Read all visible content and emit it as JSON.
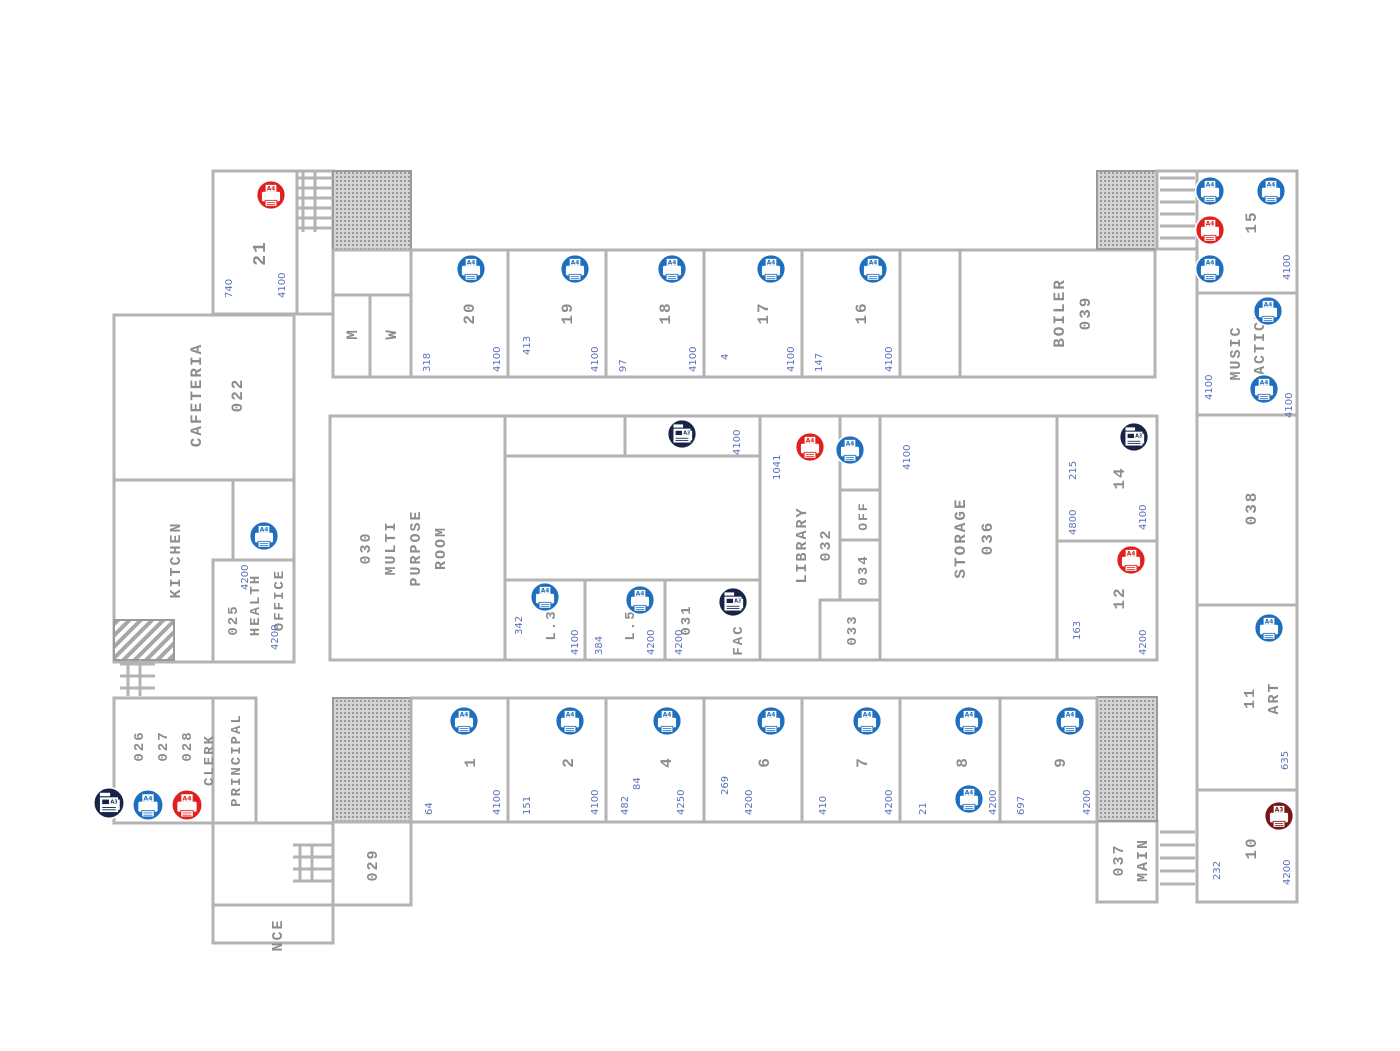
{
  "rooms": {
    "r21": "21",
    "r20": "20",
    "r19": "19",
    "r18": "18",
    "r17": "17",
    "r16": "16",
    "boiler_a": "BOILER",
    "boiler_b": "039",
    "r15": "15",
    "music_a": "MUSIC",
    "music_b": "PRACTICE",
    "m": "M",
    "w": "W",
    "cafeteria_a": "CAFETERIA",
    "cafeteria_b": "022",
    "kitchen": "KITCHEN",
    "health_a": "025",
    "health_b": "HEALTH",
    "health_c": "OFFICE",
    "mp_a": "030",
    "mp_b": "MULTI",
    "mp_c": "PURPOSE",
    "mp_d": "ROOM",
    "r3": "L.3",
    "r5": "L.5",
    "r031": "031",
    "fac": "FAC",
    "lib_a": "LIBRARY",
    "lib_b": "032",
    "r034": "034",
    "r033": "033",
    "off": "OFF",
    "storage_a": "STORAGE",
    "storage_b": "036",
    "r14": "14",
    "r12": "12",
    "r038": "038",
    "r11": "11",
    "art": "ART",
    "r10": "10",
    "main_a": "037",
    "main_b": "MAIN",
    "r1": "1",
    "r2": "2",
    "r4": "4",
    "r6": "6",
    "r7": "7",
    "r8": "8",
    "r9": "9",
    "r029": "029",
    "clerk_a": "026",
    "clerk_b": "027",
    "clerk_c": "028",
    "clerk_d": "CLERK",
    "principal": "PRINCIPAL",
    "entrance": "NCE"
  },
  "notes": [
    "740",
    "4100",
    "318",
    "413",
    "4100",
    "97",
    "4100",
    "4",
    "4100",
    "147",
    "4100",
    "4100",
    "4100",
    "4100",
    "215",
    "4800",
    "4100",
    "163",
    "4200",
    "1041",
    "4100",
    "4200",
    "64",
    "4100",
    "151",
    "4100",
    "482",
    "84",
    "4250",
    "269",
    "4200",
    "410",
    "4200",
    "21",
    "4200",
    "697",
    "4200",
    "232",
    "4200",
    "635",
    "4200",
    "342",
    "4100",
    "4200",
    "384",
    "4200",
    "4100",
    "4100"
  ],
  "device_labels": {
    "a4": "A4",
    "a3": "A3"
  },
  "colors": {
    "printer_blue": "#1f6fbf",
    "printer_red": "#e0201e",
    "copier_navy": "#162447",
    "printer_maroon": "#7a1418",
    "wall": "#b3b3b3",
    "label": "#8c8c8c",
    "handwriting": "#5a6fb8"
  },
  "icons": {
    "blue_printer": "a4-printer-icon",
    "red_printer": "a4-color-printer-icon",
    "navy_copier": "multifunction-copier-icon",
    "maroon_printer": "a3-printer-icon"
  }
}
